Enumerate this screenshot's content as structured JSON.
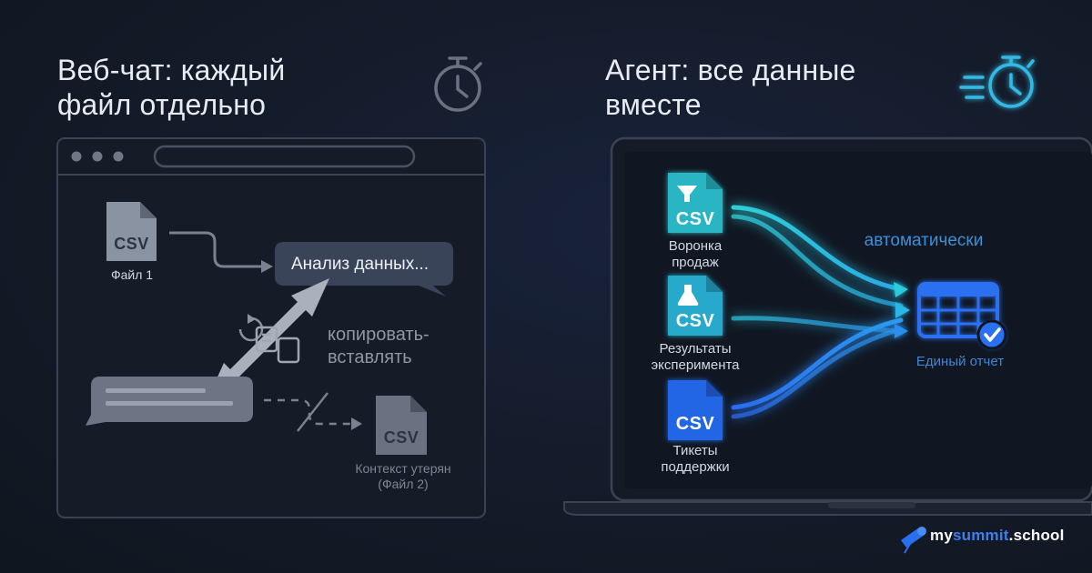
{
  "left_panel": {
    "title_line1": "Веб-чат: каждый",
    "title_line2": "файл отдельно",
    "file1": {
      "badge": "CSV",
      "label": "Файл 1"
    },
    "bubble_text": "Анализ данных...",
    "copy_paste_line1": "копировать-",
    "copy_paste_line2": "вставлять",
    "file2": {
      "badge": "CSV",
      "label_line1": "Контекст утерян",
      "label_line2": "(Файл 2)"
    },
    "icons": [
      "stopwatch-icon",
      "browser-window",
      "csv-file-icon",
      "chat-bubble",
      "double-arrow-icon",
      "copy-icon",
      "refresh-icon"
    ]
  },
  "right_panel": {
    "title_line1": "Агент: все данные",
    "title_line2": "вместе",
    "flow_label": "автоматически",
    "sources": [
      {
        "badge": "CSV",
        "icon": "funnel-icon",
        "label_line1": "Воронка",
        "label_line2": "продаж",
        "color": "#29b5c4"
      },
      {
        "badge": "CSV",
        "icon": "flask-icon",
        "label_line1": "Результаты",
        "label_line2": "эксперимента",
        "color": "#27a9cb"
      },
      {
        "badge": "CSV",
        "icon": "",
        "label_line1": "Тикеты",
        "label_line2": "поддержки",
        "color": "#2466e6"
      }
    ],
    "target": {
      "label": "Единый отчет",
      "icon": "table-check-icon"
    },
    "icons": [
      "fast-stopwatch-icon",
      "laptop-frame"
    ]
  },
  "brand": {
    "part1": "my",
    "part2": "summit",
    "part3": ".school",
    "icon": "telescope-icon"
  },
  "colors": {
    "background": "#141c2b",
    "panel_stroke": "#3a4253",
    "gray_file": "#8a93a2",
    "teal": "#2fc1d3",
    "blue": "#2a6ff0",
    "accent_label": "#3c8fd8"
  }
}
